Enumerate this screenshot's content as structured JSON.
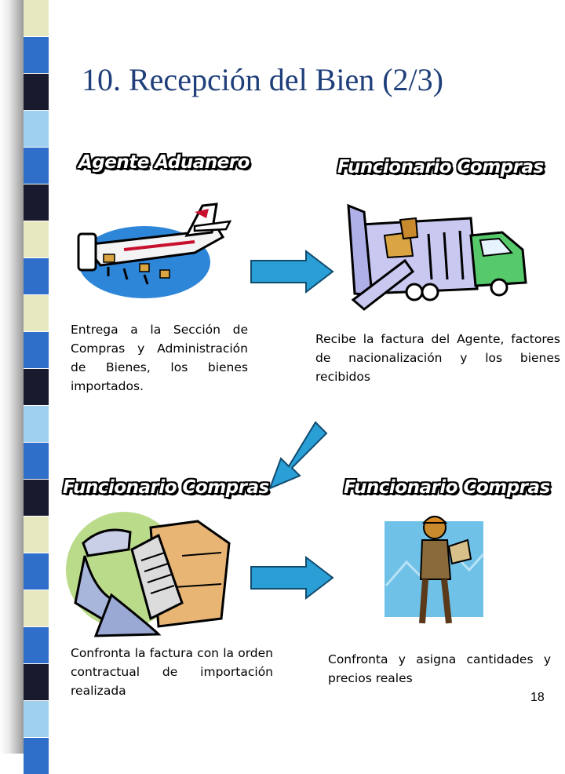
{
  "slide": {
    "title": "10. Recepción del Bien (2/3)",
    "page_number": "18"
  },
  "steps": [
    {
      "role": "Agente Aduanero",
      "text": "Entrega a la Sección de Compras y Administración de Bienes, los bienes importados.",
      "icon": "cargo-airplane-icon"
    },
    {
      "role": "Funcionario Compras",
      "text": "Recibe la factura del Agente, factores de nacionalización y los bienes recibidos",
      "icon": "delivery-truck-icon"
    },
    {
      "role": "Funcionario Compras",
      "text": "Confronta la factura con la orden contractual de importación realizada",
      "icon": "worker-checking-invoice-icon"
    },
    {
      "role": "Funcionario Compras",
      "text": "Confronta y asigna cantidades y precios reales",
      "icon": "clipboard-person-icon"
    }
  ],
  "arrows": [
    "arrow-right-icon",
    "arrow-down-left-icon",
    "arrow-right-icon"
  ],
  "colors": {
    "title": "#1f3f7a",
    "arrow": "#2a9fd6",
    "stripe_dark": "#1a1a2e",
    "stripe_blue": "#2f6fc9",
    "stripe_light": "#9fd0f0",
    "stripe_cream": "#e8e8c0"
  }
}
